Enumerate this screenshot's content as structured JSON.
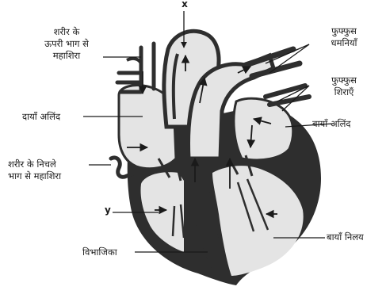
{
  "labels": {
    "x": "x",
    "y": "y",
    "upper_vena_cava": [
      "शरीर के",
      "ऊपरी भाग से",
      "महाशिरा"
    ],
    "right_atrium": "दायाँ अलिंद",
    "lower_vena_cava": [
      "शरीर के निचले",
      "भाग से महाशिरा"
    ],
    "septum": "विभाजिका",
    "pulmonary_arteries": [
      "फुफ्फुस",
      "धमनियाँ"
    ],
    "pulmonary_veins": [
      "फुफ्फुस",
      "शिराएँ"
    ],
    "left_atrium": "बायाँ अलिंद",
    "left_ventricle": "बायाँ निलय"
  },
  "colors": {
    "ink": "#1a1a1a",
    "wall": "#2e2e2e",
    "chamber": "#e4e4e4",
    "background": "#ffffff"
  }
}
